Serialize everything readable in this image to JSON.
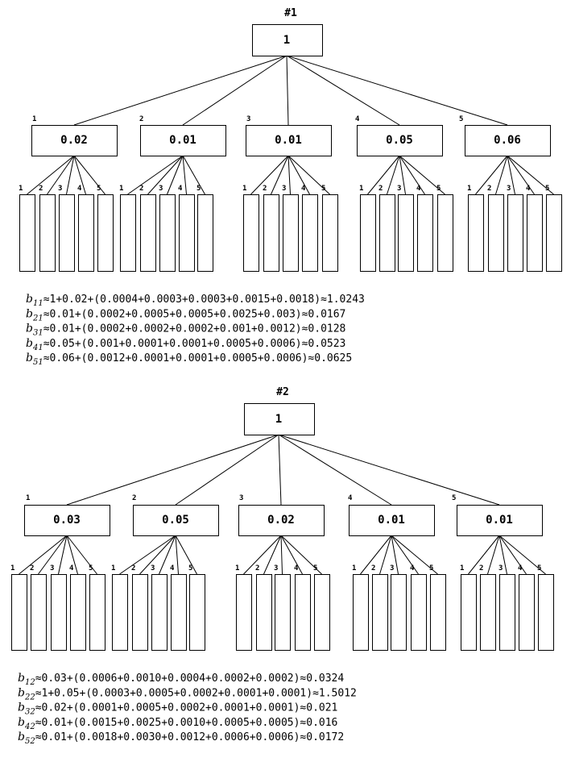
{
  "colors": {
    "line": "#000000",
    "background": "#ffffff"
  },
  "trees": [
    {
      "title": "#1",
      "root": "1",
      "children": [
        {
          "label": "1",
          "value": "0.02",
          "leaf_labels": [
            "1",
            "2",
            "3",
            "4",
            "5"
          ]
        },
        {
          "label": "2",
          "value": "0.01",
          "leaf_labels": [
            "1",
            "2",
            "3",
            "4",
            "5"
          ]
        },
        {
          "label": "3",
          "value": "0.01",
          "leaf_labels": [
            "1",
            "2",
            "3",
            "4",
            "5"
          ]
        },
        {
          "label": "4",
          "value": "0.05",
          "leaf_labels": [
            "1",
            "2",
            "3",
            "4",
            "5"
          ]
        },
        {
          "label": "5",
          "value": "0.06",
          "leaf_labels": [
            "1",
            "2",
            "3",
            "4",
            "5"
          ]
        }
      ],
      "formulas": [
        {
          "var": "b",
          "sub": "11",
          "text": "≈1+0.02+(0.0004+0.0003+0.0003+0.0015+0.0018)≈1.0243"
        },
        {
          "var": "b",
          "sub": "21",
          "text": "≈0.01+(0.0002+0.0005+0.0005+0.0025+0.003)≈0.0167"
        },
        {
          "var": "b",
          "sub": "31",
          "text": "≈0.01+(0.0002+0.0002+0.0002+0.001+0.0012)≈0.0128"
        },
        {
          "var": "b",
          "sub": "41",
          "text": "≈0.05+(0.001+0.0001+0.0001+0.0005+0.0006)≈0.0523"
        },
        {
          "var": "b",
          "sub": "51",
          "text": "≈0.06+(0.0012+0.0001+0.0001+0.0005+0.0006)≈0.0625"
        }
      ]
    },
    {
      "title": "#2",
      "root": "1",
      "children": [
        {
          "label": "1",
          "value": "0.03",
          "leaf_labels": [
            "1",
            "2",
            "3",
            "4",
            "5"
          ]
        },
        {
          "label": "2",
          "value": "0.05",
          "leaf_labels": [
            "1",
            "2",
            "3",
            "4",
            "5"
          ]
        },
        {
          "label": "3",
          "value": "0.02",
          "leaf_labels": [
            "1",
            "2",
            "3",
            "4",
            "5"
          ]
        },
        {
          "label": "4",
          "value": "0.01",
          "leaf_labels": [
            "1",
            "2",
            "3",
            "4",
            "5"
          ]
        },
        {
          "label": "5",
          "value": "0.01",
          "leaf_labels": [
            "1",
            "2",
            "3",
            "4",
            "5"
          ]
        }
      ],
      "formulas": [
        {
          "var": "b",
          "sub": "12",
          "text": "≈0.03+(0.0006+0.0010+0.0004+0.0002+0.0002)≈0.0324"
        },
        {
          "var": "b",
          "sub": "22",
          "text": "≈1+0.05+(0.0003+0.0005+0.0002+0.0001+0.0001)≈1.5012"
        },
        {
          "var": "b",
          "sub": "32",
          "text": "≈0.02+(0.0001+0.0005+0.0002+0.0001+0.0001)≈0.021"
        },
        {
          "var": "b",
          "sub": "42",
          "text": "≈0.01+(0.0015+0.0025+0.0010+0.0005+0.0005)≈0.016"
        },
        {
          "var": "b",
          "sub": "52",
          "text": "≈0.01+(0.0018+0.0030+0.0012+0.0006+0.0006)≈0.0172"
        }
      ]
    }
  ]
}
